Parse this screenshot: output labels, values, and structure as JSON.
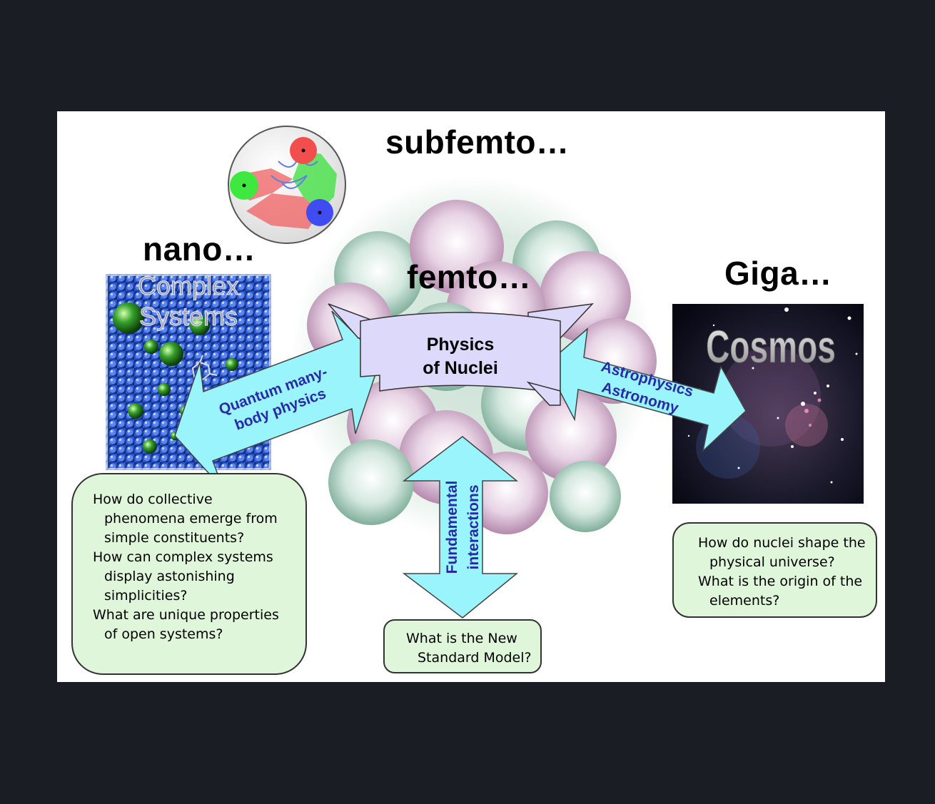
{
  "titles": {
    "nano": "nano…",
    "subfemto": "subfemto…",
    "femto": "femto…",
    "giga": "Giga…"
  },
  "images": {
    "complex_line1": "Complex",
    "complex_line2": "Systems",
    "cosmos": "Cosmos"
  },
  "banner": {
    "line1": "Physics",
    "line2": "of Nuclei"
  },
  "arrows": {
    "left_line1": "Quantum many-",
    "left_line2": "body physics",
    "right_line1": "Astrophysics",
    "right_line2": "Astronomy",
    "down_line1": "Fundamental",
    "down_line2": "interactions"
  },
  "boxes": {
    "left": [
      "How do collective phenomena emerge from simple constituents?",
      "How can complex systems display astonishing simplicities?",
      "What are unique properties of open systems?"
    ],
    "center": [
      "What is the New Standard Model?"
    ],
    "right": [
      "How do nuclei shape the physical universe?",
      "What is the origin of the elements?"
    ]
  },
  "colors": {
    "arrow_fill": "#99f4fc",
    "arrow_text": "#2a2aa6",
    "banner_fill": "#dcd9fb",
    "box_fill": "#e0f6da",
    "quark_red": "#f24e4e",
    "quark_green": "#3ee83e",
    "quark_blue": "#3e4cf2"
  }
}
